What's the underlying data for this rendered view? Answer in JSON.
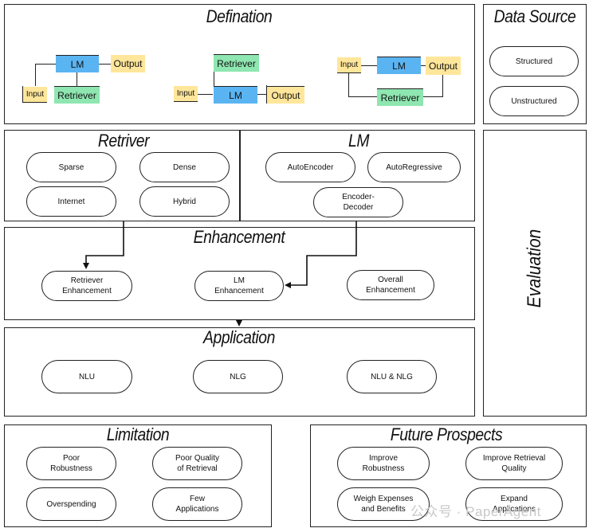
{
  "defination": {
    "title": "Defination",
    "d1": {
      "lm": "LM",
      "output": "Output",
      "input": "Input",
      "retriever": "Retriever"
    },
    "d2": {
      "retriever": "Retriever",
      "input": "Input",
      "lm": "LM",
      "output": "Output"
    },
    "d3": {
      "input": "Input",
      "lm": "LM",
      "output": "Output",
      "retriever": "Retriever"
    }
  },
  "data_source": {
    "title": "Data Source",
    "items": [
      "Structured",
      "Unstructured"
    ]
  },
  "retriver": {
    "title": "Retriver",
    "items": [
      "Sparse",
      "Dense",
      "Internet",
      "Hybrid"
    ]
  },
  "lm": {
    "title": "LM",
    "items": [
      "AutoEncoder",
      "AutoRegressive",
      "Encoder-\nDecoder"
    ]
  },
  "enhancement": {
    "title": "Enhancement",
    "items": [
      "Retriever\nEnhancement",
      "LM\nEnhancement",
      "Overall\nEnhancement"
    ]
  },
  "application": {
    "title": "Application",
    "items": [
      "NLU",
      "NLG",
      "NLU & NLG"
    ]
  },
  "evaluation": {
    "title": "Evaluation"
  },
  "limitation": {
    "title": "Limitation",
    "items": [
      "Poor\nRobustness",
      "Poor Quality\nof Retrieval",
      "Overspending",
      "Few\nApplications"
    ]
  },
  "future": {
    "title": "Future Prospects",
    "items": [
      "Improve\nRobustness",
      "Improve Retrieval\nQuality",
      "Weigh Expenses\nand Benefits",
      "Expand\nApplications"
    ]
  },
  "watermark": {
    "text": "公众号 · PaperAgent"
  },
  "colors": {
    "lm": "#5ab4f2",
    "retriever": "#8ee6b0",
    "io": "#ffe69a",
    "stroke": "#222222"
  }
}
